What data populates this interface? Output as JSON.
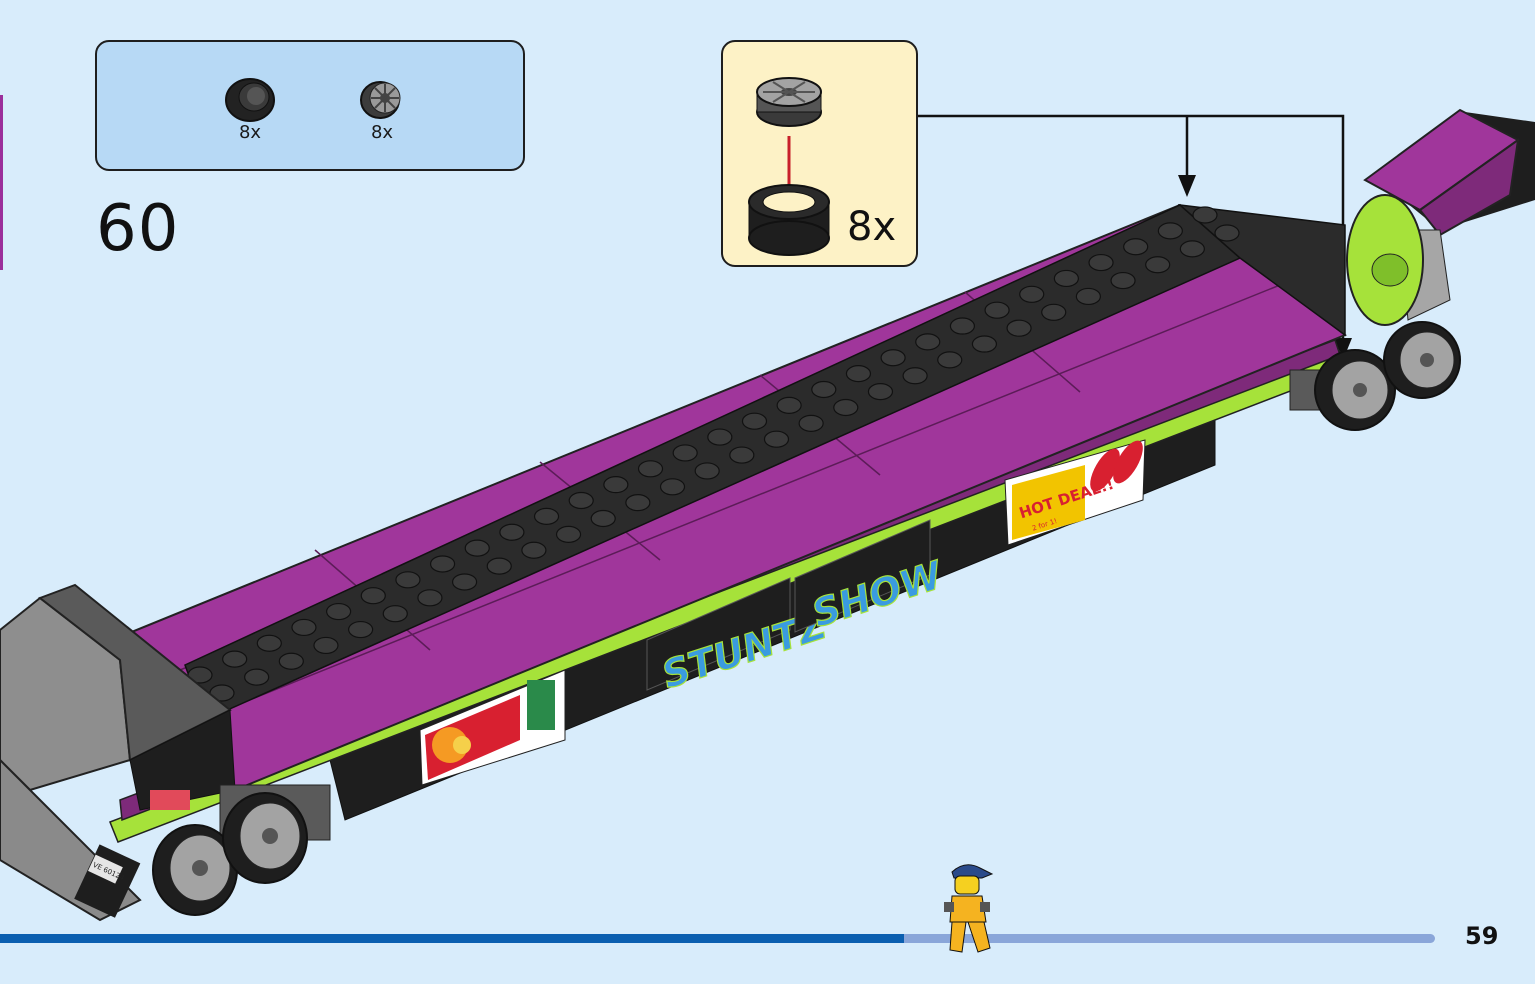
{
  "page": {
    "number": "59"
  },
  "step": {
    "number": "60"
  },
  "parts_list": [
    {
      "icon": "tire-icon",
      "qty": "8x"
    },
    {
      "icon": "wheel-rim-icon",
      "qty": "8x"
    }
  ],
  "subassembly": {
    "qty": "8x",
    "icon": "wheel-assembly-icon"
  },
  "model": {
    "decals": {
      "sign_stunt": "STUNTZ",
      "sign_show": "SHOW",
      "sign_hot_deal": "HOT DEAL!!",
      "sign_hot_deal_sub": "2 for 1!",
      "plate": "VE 60124"
    }
  },
  "progress": {
    "fraction": 0.63
  },
  "colors": {
    "background": "#d8ecfb",
    "parts_box": "#b7d9f5",
    "subassembly_box": "#fdf2c6",
    "magenta": "#a0369b",
    "lime": "#a6e23a",
    "progress": "#0b5fb0"
  }
}
